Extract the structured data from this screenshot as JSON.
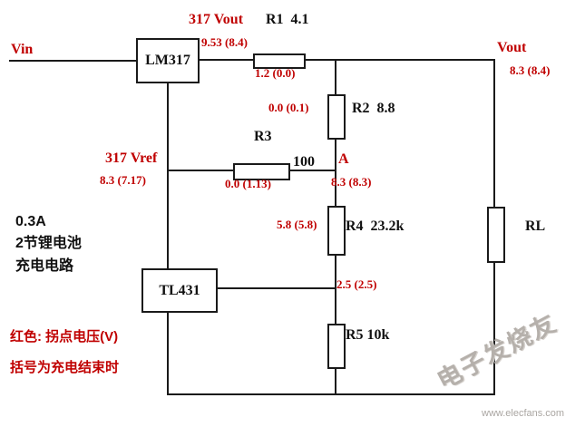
{
  "diagram": {
    "labels": {
      "vin": "Vin",
      "vout": "Vout",
      "vout_317": "317 Vout",
      "vref_317": "317 Vref",
      "node_a": "A"
    },
    "components": {
      "lm317": "LM317",
      "tl431": "TL431",
      "r1": "R1  4.1",
      "r2": "R2  8.8",
      "r3": "R3",
      "r3_value": "100",
      "r4": "R4  23.2k",
      "r5": "R5 10k",
      "rl": "RL"
    },
    "voltages": {
      "lm317_out": "9.53 (8.4)",
      "r1_drop": "1.2 (0.0)",
      "vout": "8.3 (8.4)",
      "r2_drop": "0.0 (0.1)",
      "vref": "8.3 (7.17)",
      "r3_drop": "0.0 (1.13)",
      "node_a": "8.3 (8.3)",
      "r4_drop": "5.8 (5.8)",
      "tl431_ref": "2.5 (2.5)"
    },
    "title_lines": {
      "l1": "0.3A",
      "l2": "2节锂电池",
      "l3": "充电电路"
    },
    "notes": {
      "n1": "红色: 拐点电压(V)",
      "n2": "括号为充电结束时"
    },
    "watermark": {
      "brand": "电子发烧友",
      "url": "www.elecfans.com"
    },
    "colors": {
      "annotation_red": "#c00000",
      "line_black": "#1a1a1a",
      "watermark_gray": "#b5b0ab"
    }
  }
}
